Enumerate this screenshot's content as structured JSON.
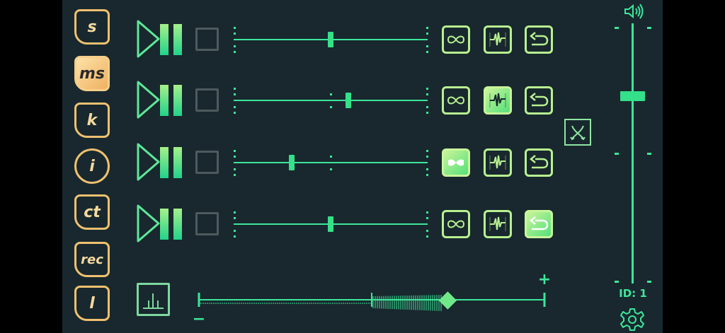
{
  "sidebar": {
    "buttons": [
      {
        "label": "s",
        "active": false
      },
      {
        "label": "ms",
        "active": true
      },
      {
        "label": "k",
        "active": false
      },
      {
        "label": "i",
        "active": false
      },
      {
        "label": "ct",
        "active": false
      },
      {
        "label": "rec",
        "active": false
      },
      {
        "label": "l",
        "active": false
      }
    ]
  },
  "tracks": [
    {
      "slider_value": 0.5,
      "loop_on": false,
      "wave_on": false,
      "return_on": false
    },
    {
      "slider_value": 0.59,
      "loop_on": false,
      "wave_on": true,
      "return_on": false
    },
    {
      "slider_value": 0.3,
      "loop_on": true,
      "wave_on": false,
      "return_on": false
    },
    {
      "slider_value": 0.5,
      "loop_on": false,
      "wave_on": false,
      "return_on": true
    }
  ],
  "bottom": {
    "plus_label": "+",
    "minus_label": "−",
    "slider_value": 0.72
  },
  "volume": {
    "value": 0.75,
    "id_label": "ID: 1"
  },
  "colors": {
    "accent_green": "#3de69a",
    "accent_gold": "#f0c070",
    "background": "#18282e"
  },
  "icons": {
    "play": "play-icon",
    "pause": "pause-icon",
    "loop": "infinity-icon",
    "wave": "waveform-icon",
    "return": "return-arrow-icon",
    "mute": "speaker-icon",
    "settings": "gear-icon",
    "crossfade": "crossed-arrows-icon",
    "mode": "mode-icon"
  }
}
